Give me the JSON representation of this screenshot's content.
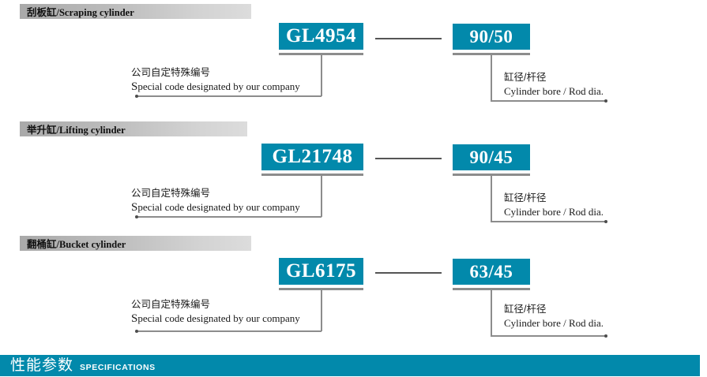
{
  "sections": [
    {
      "header": "刮板缸/Scraping cylinder",
      "code_box": "GL4954",
      "spec_box": "90/50",
      "left_callout": {
        "cn": "公司自定特殊编号",
        "en_cap": "S",
        "en_rest": "pecial code designated by  our company"
      },
      "right_callout": {
        "cn": "缸径/杆径",
        "en": "Cylinder bore / Rod dia."
      }
    },
    {
      "header": "举升缸/Lifting cylinder",
      "code_box": "GL21748",
      "spec_box": "90/45",
      "left_callout": {
        "cn": "公司自定特殊编号",
        "en_cap": "S",
        "en_rest": "pecial code designated by  our company"
      },
      "right_callout": {
        "cn": "缸径/杆径",
        "en": "Cylinder bore / Rod dia."
      }
    },
    {
      "header": "翻桶缸/Bucket cylinder",
      "code_box": "GL6175",
      "spec_box": "63/45",
      "left_callout": {
        "cn": "公司自定特殊编号",
        "en_cap": "S",
        "en_rest": "pecial code designated by  our company"
      },
      "right_callout": {
        "cn": "缸径/杆径",
        "en": "Cylinder bore / Rod dia."
      }
    }
  ],
  "banner": {
    "title_cn": "性能参数",
    "title_en": "SPECIFICATIONS"
  },
  "colors": {
    "teal": "#0289ab",
    "bar_gray_dark": "#a9a9a9",
    "bar_gray_light": "#dcdcdc",
    "leader_gray": "#8c8c8c",
    "connector_gray": "#555555"
  }
}
